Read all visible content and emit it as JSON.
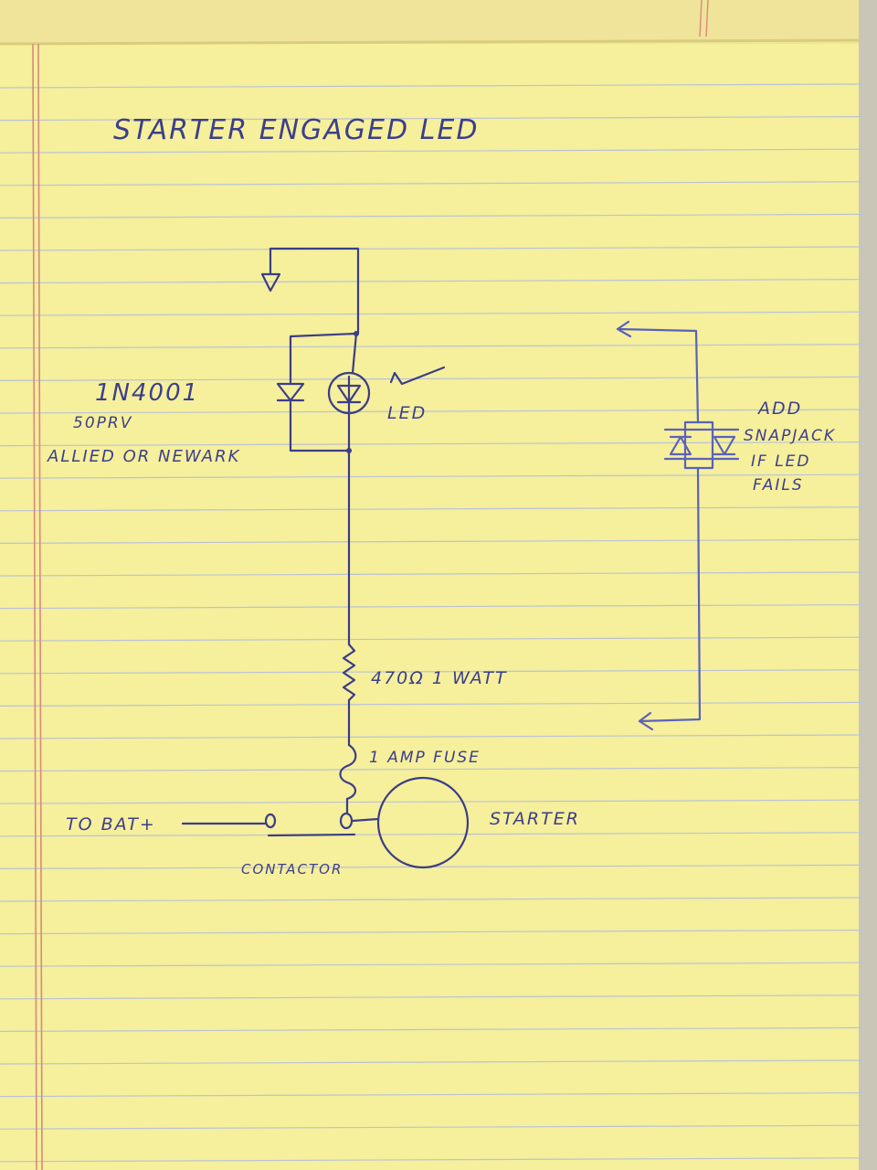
{
  "title": "STARTER ENGAGED LED",
  "diode": {
    "part": "1N4001",
    "rating": "50PRV",
    "source": "ALLIED OR NEWARK"
  },
  "led_label": "LED",
  "resistor_label": "470Ω 1 WATT",
  "fuse_label": "1 AMP FUSE",
  "battery_label": "TO BAT+",
  "contactor_label": "CONTACTOR",
  "starter_label": "STARTER",
  "note": {
    "line1": "ADD",
    "line2": "SNAPJACK",
    "line3": "IF LED",
    "line4": "FAILS"
  },
  "colors": {
    "paper": "#f6ef9c",
    "ink": "#3b3e86",
    "margin_line": "#d88a7a",
    "rule_line": "#b9c4d4"
  }
}
